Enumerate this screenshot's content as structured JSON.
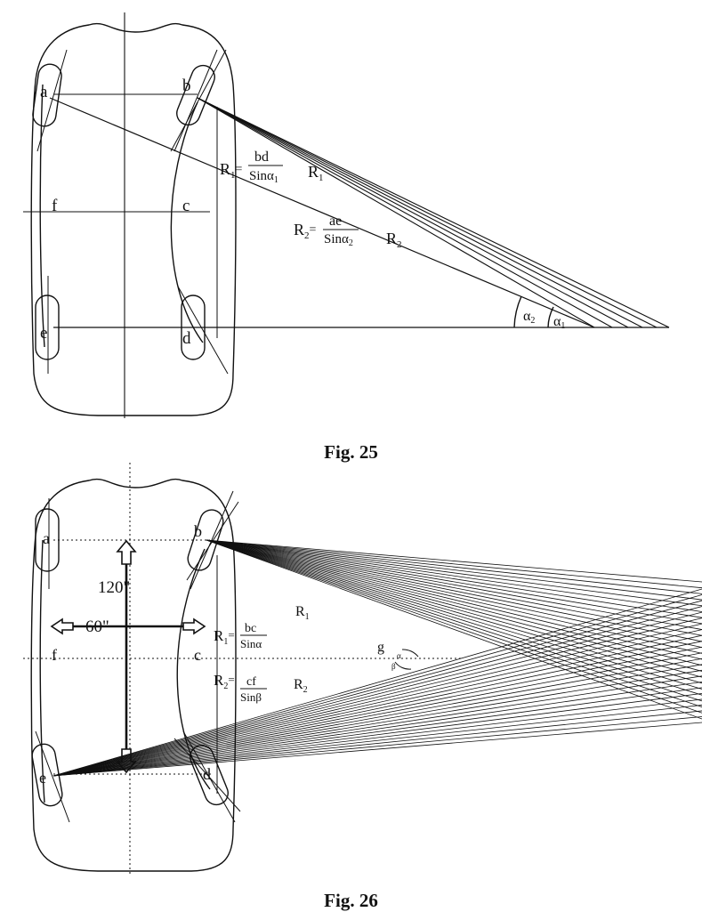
{
  "fig25": {
    "caption": "Fig.  25",
    "wheel_labels": {
      "a": "a",
      "b": "b",
      "c": "c",
      "d": "d",
      "e": "e",
      "f": "f"
    },
    "formula1": {
      "lhs": "R",
      "sub": "1",
      "eq": "=",
      "num": "bd",
      "den": "Sinα",
      "den_sub": "1"
    },
    "formula2": {
      "lhs": "R",
      "sub": "2",
      "eq": "=",
      "num": "ae",
      "den": "Sinα",
      "den_sub": "2"
    },
    "ray_labels": {
      "r1": "R",
      "r1_sub": "1",
      "r2": "R",
      "r2_sub": "2"
    },
    "angle_labels": {
      "a2": "α",
      "a2_sub": "2",
      "a1": "α",
      "a1_sub": "1"
    }
  },
  "fig26": {
    "caption": "Fig.  26",
    "wheel_labels": {
      "a": "a",
      "b": "b",
      "c": "c",
      "d": "d",
      "e": "e",
      "f": "f",
      "g": "g"
    },
    "dimension_length": "120\"",
    "dimension_width": "60\"",
    "formula1": {
      "lhs": "R",
      "sub": "1",
      "eq": "=",
      "num": "bc",
      "den": "Sinα"
    },
    "formula2": {
      "lhs": "R",
      "sub": "2",
      "eq": "=",
      "num": "cf",
      "den": "Sinβ"
    },
    "ray_labels": {
      "r1": "R",
      "r1_sub": "1",
      "r2": "R",
      "r2_sub": "2"
    },
    "angle_labels": {
      "alpha": "α",
      "beta": "β"
    }
  },
  "colors": {
    "ink": "#111111",
    "background": "#ffffff"
  }
}
